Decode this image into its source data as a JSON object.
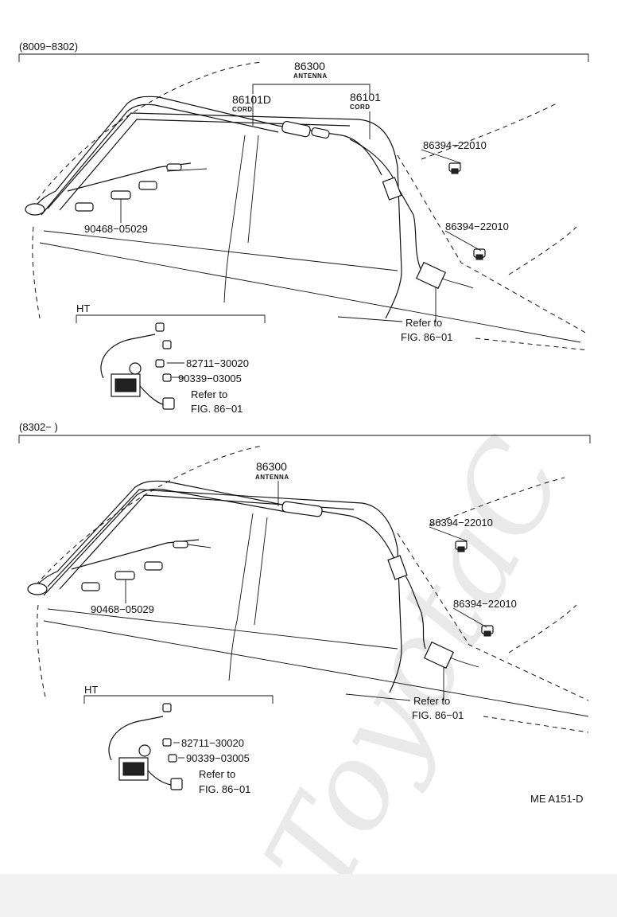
{
  "watermark": "ToyotaC",
  "top_section": {
    "range": "(8009−8302)",
    "antenna_no": "86300",
    "antenna_label": "ANTENNA",
    "cord_d_no": "86101D",
    "cord_d_label": "CORD",
    "cord_no": "86101",
    "cord_label": "CORD",
    "clip_upper": "86394−22010",
    "clip_lower": "86394−22010",
    "clamp": "90468−05029",
    "refer_text": "Refer to",
    "refer_fig": "FIG. 86−01",
    "ht": {
      "label": "HT",
      "part_a": "82711−30020",
      "part_b": "90339−03005",
      "refer_text": "Refer to",
      "refer_fig": "FIG. 86−01"
    }
  },
  "bottom_section": {
    "range": "(8302−          )",
    "antenna_no": "86300",
    "antenna_label": "ANTENNA",
    "clip_upper": "86394−22010",
    "clip_lower": "86394−22010",
    "clamp": "90468−05029",
    "refer_text": "Refer to",
    "refer_fig": "FIG. 86−01",
    "ht": {
      "label": "HT",
      "part_a": "82711−30020",
      "part_b": "90339−03005",
      "refer_text": "Refer to",
      "refer_fig": "FIG. 86−01"
    }
  },
  "figure_code": "ME A151-D"
}
